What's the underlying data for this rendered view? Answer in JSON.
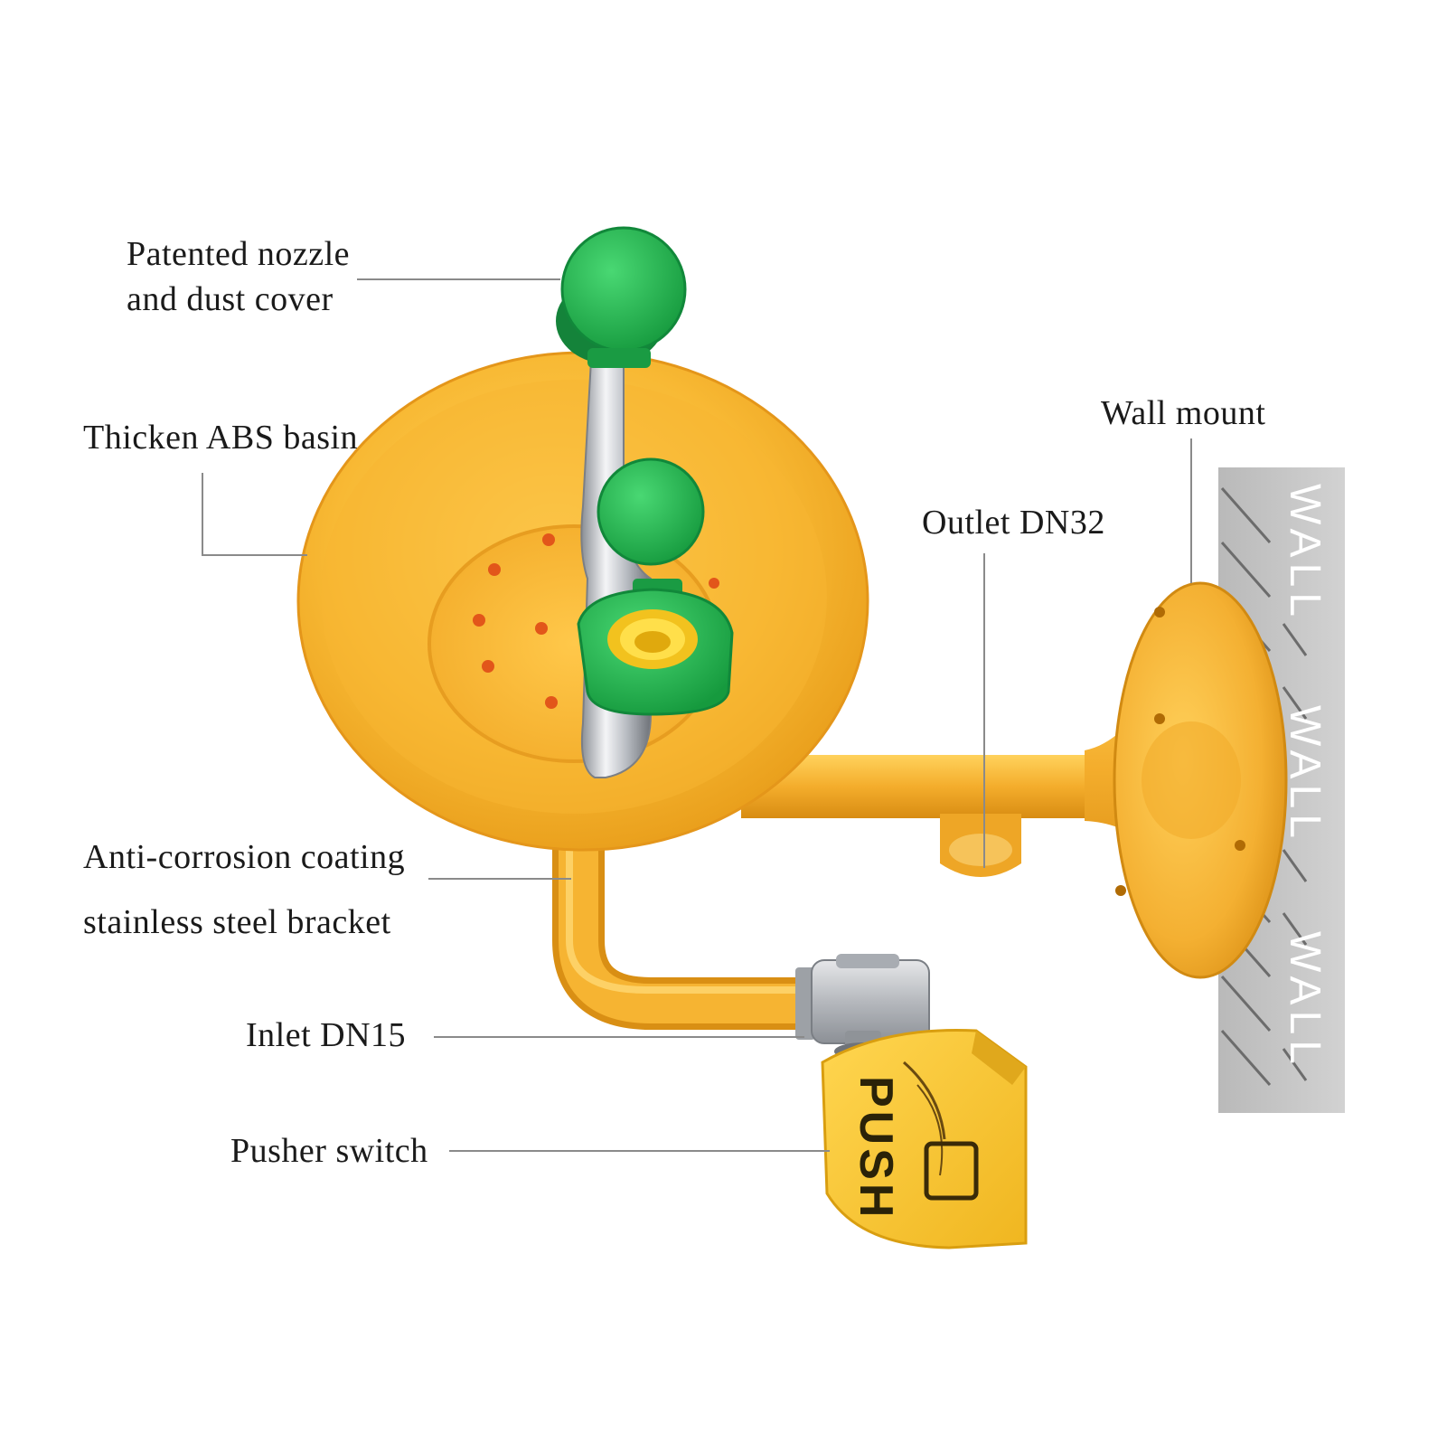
{
  "labels": {
    "nozzle": [
      "Patented nozzle",
      "and dust cover"
    ],
    "basin": "Thicken ABS basin",
    "wall_mount": "Wall mount",
    "outlet": "Outlet DN32",
    "coating": [
      "Anti-corrosion coating",
      "stainless steel bracket"
    ],
    "inlet": "Inlet DN15",
    "pusher": "Pusher switch"
  },
  "wall_text": [
    "WALL",
    "WALL",
    "WALL"
  ],
  "push_text": "PUSH",
  "colors": {
    "yellow": "#f7b733",
    "yellow_light": "#ffcf55",
    "yellow_dark": "#e89a16",
    "green": "#21a84a",
    "green_light": "#3fd06a",
    "chrome": "#c9ccd0",
    "wall": "#c6c6c6",
    "leader": "#8a8a8a"
  }
}
